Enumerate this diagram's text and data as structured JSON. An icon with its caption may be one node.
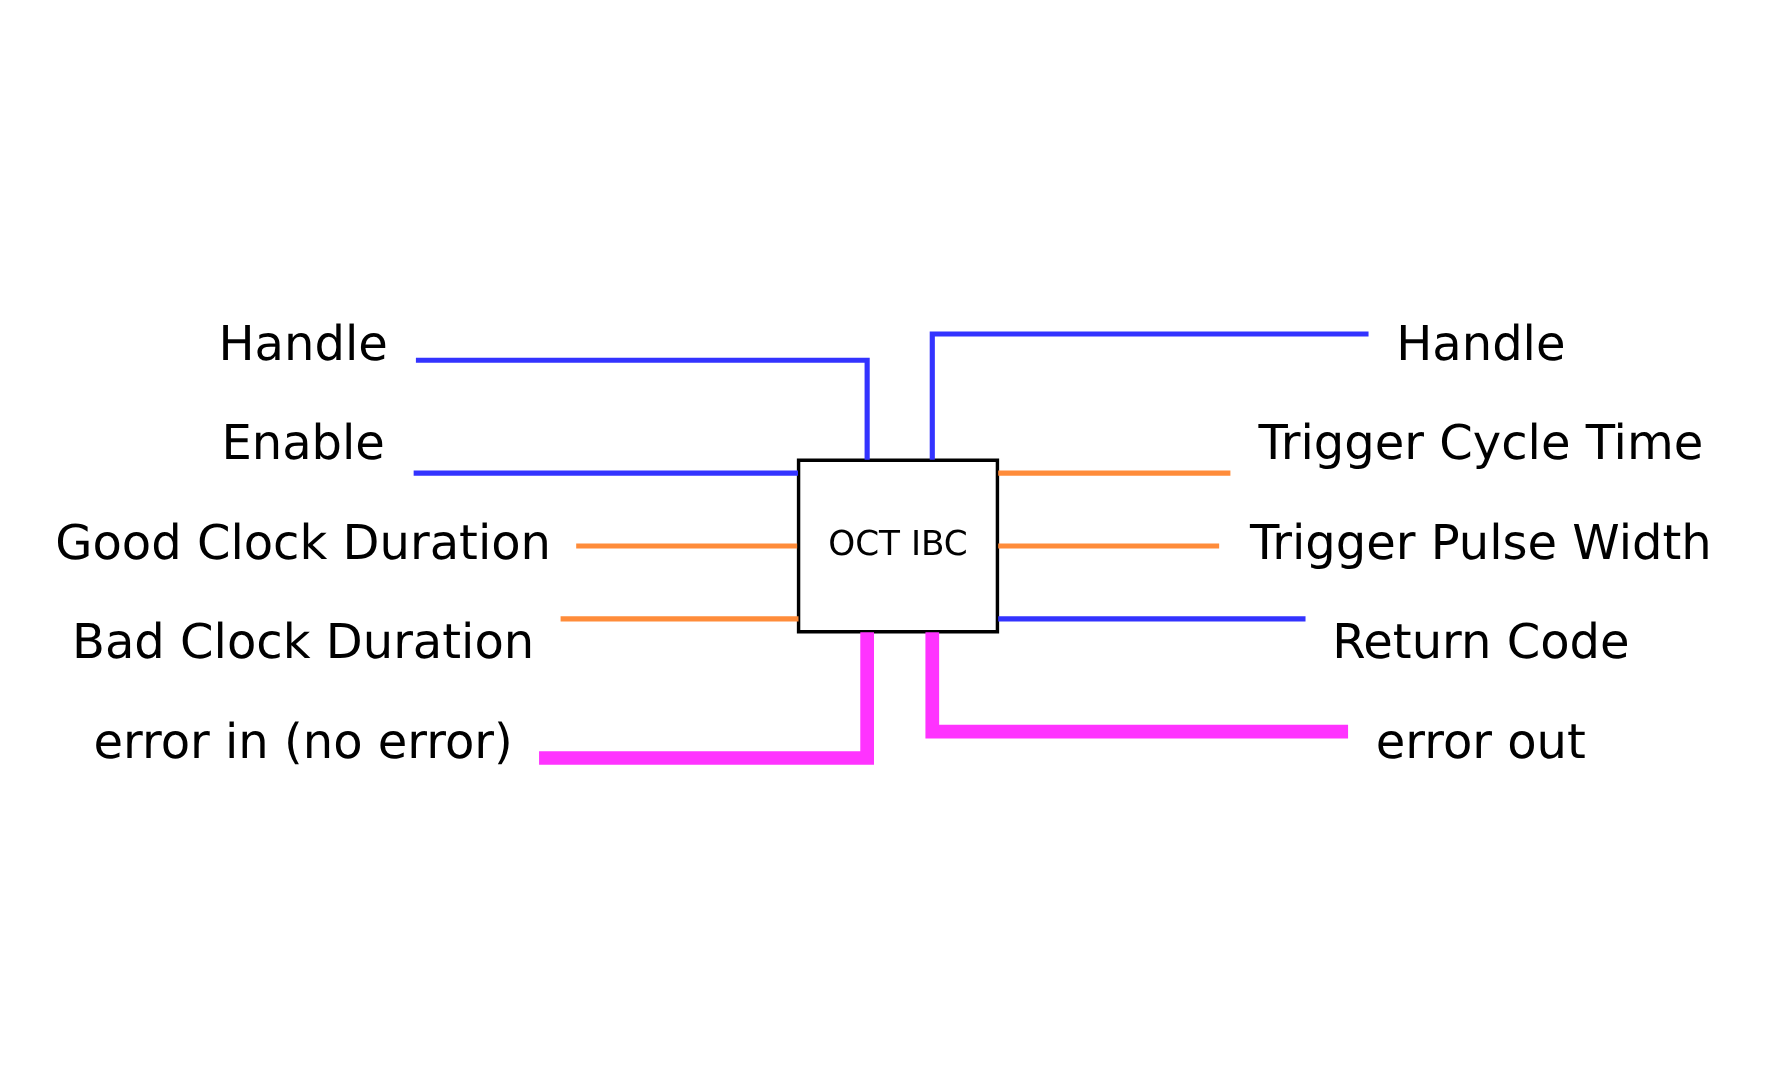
{
  "diagram": {
    "nodes": [
      {
        "text": [
          "Handle"
        ]
      },
      {
        "text": [
          "Enable"
        ]
      },
      {
        "text": [
          "Good Clock Duration"
        ]
      },
      {
        "text": [
          "Bad Clock Duration"
        ]
      },
      {
        "text": [
          "error in (no error)"
        ]
      },
      {
        "text": [
          "OCT IBC"
        ]
      },
      {
        "text": [
          "Handle"
        ]
      },
      {
        "text": [
          "Trigger Cycle Time"
        ]
      },
      {
        "text": [
          "Trigger Pulse Width"
        ]
      },
      {
        "text": [
          "Return Code"
        ]
      },
      {
        "text": [
          "error out"
        ]
      }
    ],
    "edges": [
      {
        "from": 0,
        "to": 5,
        "arrow": "none"
      },
      {
        "from": 1,
        "to": 5,
        "arrow": "none"
      },
      {
        "from": 2,
        "to": 5,
        "arrow": "none",
        "color": "#ff8c3a"
      },
      {
        "from": 3,
        "to": 5,
        "arrow": "none",
        "color": "#ff8c3a"
      },
      {
        "from": 4,
        "to": 5,
        "arrow": "none",
        "style": "thick",
        "color": "#ff33ff"
      },
      {
        "from": 5,
        "to": 6,
        "arrow": "none"
      },
      {
        "from": 5,
        "to": 7,
        "arrow": "none",
        "color": "#ff8c3a"
      },
      {
        "from": 5,
        "to": 8,
        "arrow": "none",
        "color": "#ff8c3a"
      },
      {
        "from": 5,
        "to": 9,
        "arrow": "none"
      },
      {
        "from": 5,
        "to": 10,
        "arrow": "none",
        "style": "thick",
        "color": "#ff33ff"
      }
    ]
  }
}
